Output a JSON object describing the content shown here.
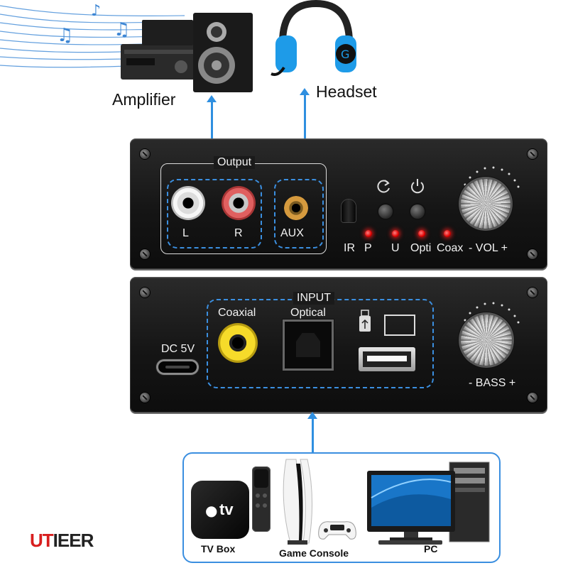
{
  "labels": {
    "amplifier": "Amplifier",
    "headset": "Headset",
    "output": "Output",
    "left": "L",
    "right": "R",
    "aux": "AUX",
    "ir": "IR",
    "p": "P",
    "u": "U",
    "opti": "Opti",
    "coax": "Coax",
    "vol": "- VOL +",
    "input": "INPUT",
    "coaxial": "Coaxial",
    "optical": "Optical",
    "dc": "DC 5V",
    "bass": "- BASS +",
    "tv_box": "TV Box",
    "game_console": "Game Console",
    "pc": "PC",
    "apple_tv": "tv"
  },
  "brand": {
    "first": "UT",
    "rest": "IEER"
  },
  "colors": {
    "accent_blue": "#3b8fe0",
    "led_red": "#ff2a2a",
    "rca_white": "#f0f0f0",
    "rca_red": "#d04040",
    "rca_yellow": "#f2d21a",
    "brand_red": "#d81e1e"
  },
  "icons": [
    "music-note-icon",
    "power-icon",
    "reset-icon",
    "usb-drive-icon",
    "usb-port-icon",
    "apple-logo-icon",
    "g-logo-icon"
  ]
}
